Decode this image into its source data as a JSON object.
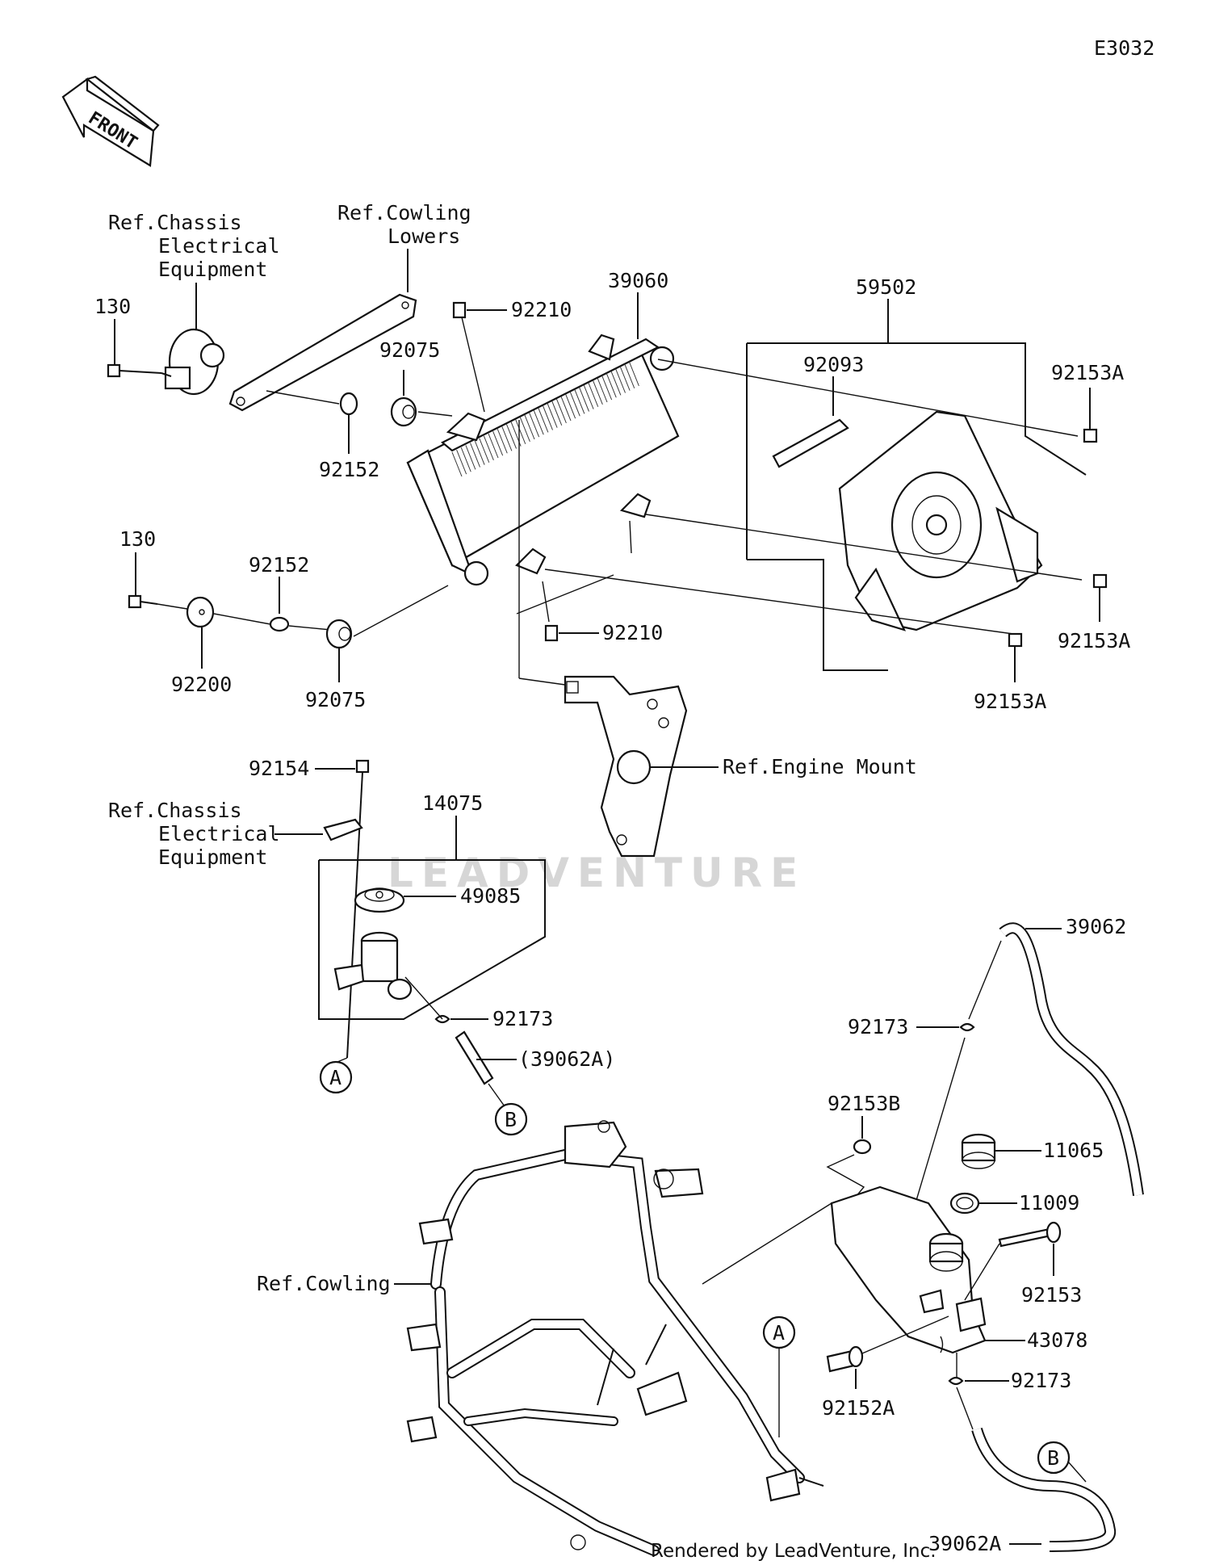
{
  "diagram_code": "E3032",
  "front_arrow": "FRONT",
  "watermark": "LEADVENTURE",
  "footer": "Rendered by LeadVenture, Inc.",
  "refs": {
    "chassis_electrical_1": [
      "Ref.Chassis",
      "Electrical",
      "Equipment"
    ],
    "cowling_lowers": [
      "Ref.Cowling",
      "Lowers"
    ],
    "engine_mount": "Ref.Engine Mount",
    "chassis_electrical_2": [
      "Ref.Chassis",
      "Electrical",
      "Equipment"
    ],
    "cowling": "Ref.Cowling"
  },
  "parts": {
    "p130_top": "130",
    "p130_bottom": "130",
    "p92152_top": "92152",
    "p92152_mid": "92152",
    "p92075_top": "92075",
    "p92075_bottom": "92075",
    "p92210_top": "92210",
    "p92210_bottom": "92210",
    "p39060": "39060",
    "p59502": "59502",
    "p92093": "92093",
    "p92153A_1": "92153A",
    "p92153A_2": "92153A",
    "p92153A_3": "92153A",
    "p92200": "92200",
    "p92154": "92154",
    "p14075": "14075",
    "p49085": "49085",
    "p92173_1": "92173",
    "p39062A_paren": "(39062A)",
    "p39062": "39062",
    "p92173_2": "92173",
    "p92153B": "92153B",
    "p11065": "11065",
    "p11009": "11009",
    "p92153": "92153",
    "p43078": "43078",
    "p92152A": "92152A",
    "p92173_3": "92173",
    "p39062A": "39062A"
  },
  "markers": {
    "a_left": "A",
    "b_left": "B",
    "a_right": "A",
    "b_right": "B"
  }
}
